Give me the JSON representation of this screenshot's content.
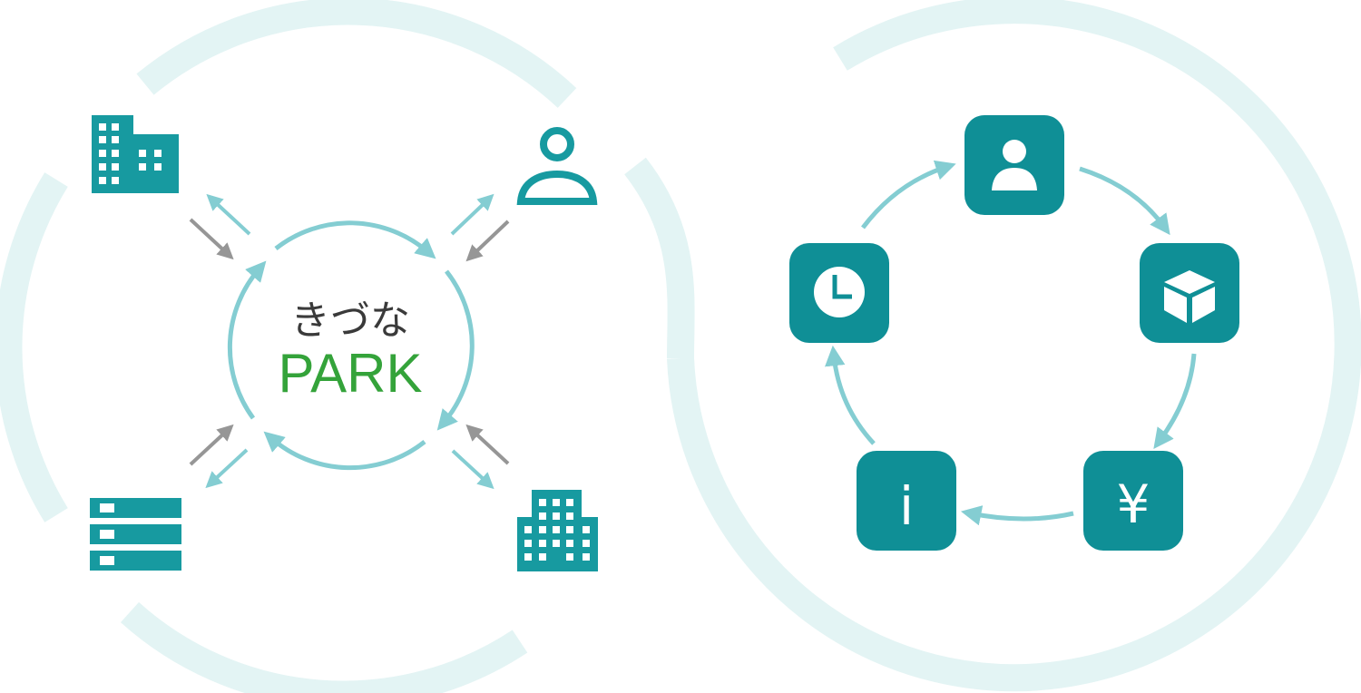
{
  "colors": {
    "ring": "#e3f4f4",
    "teal": "#179aa0",
    "teal_dark": "#0f8f96",
    "arrow_light": "#84cdd2",
    "arrow_gray": "#969696",
    "park_green": "#34a33a",
    "text_dark": "#3a3a3a"
  },
  "hub": {
    "name_line1": "きづな",
    "name_line2": "PARK"
  },
  "left_nodes": [
    {
      "id": "top-left",
      "icon": "office-building-icon"
    },
    {
      "id": "top-right",
      "icon": "user-icon"
    },
    {
      "id": "bottom-left",
      "icon": "server-icon"
    },
    {
      "id": "bottom-right",
      "icon": "apartment-building-icon"
    }
  ],
  "cycle_nodes": [
    {
      "id": "person",
      "icon": "person-icon"
    },
    {
      "id": "package",
      "icon": "package-box-icon"
    },
    {
      "id": "yen",
      "icon": "yen-icon",
      "glyph": "¥"
    },
    {
      "id": "info",
      "icon": "info-icon",
      "glyph": "i"
    },
    {
      "id": "clock",
      "icon": "clock-icon"
    }
  ]
}
